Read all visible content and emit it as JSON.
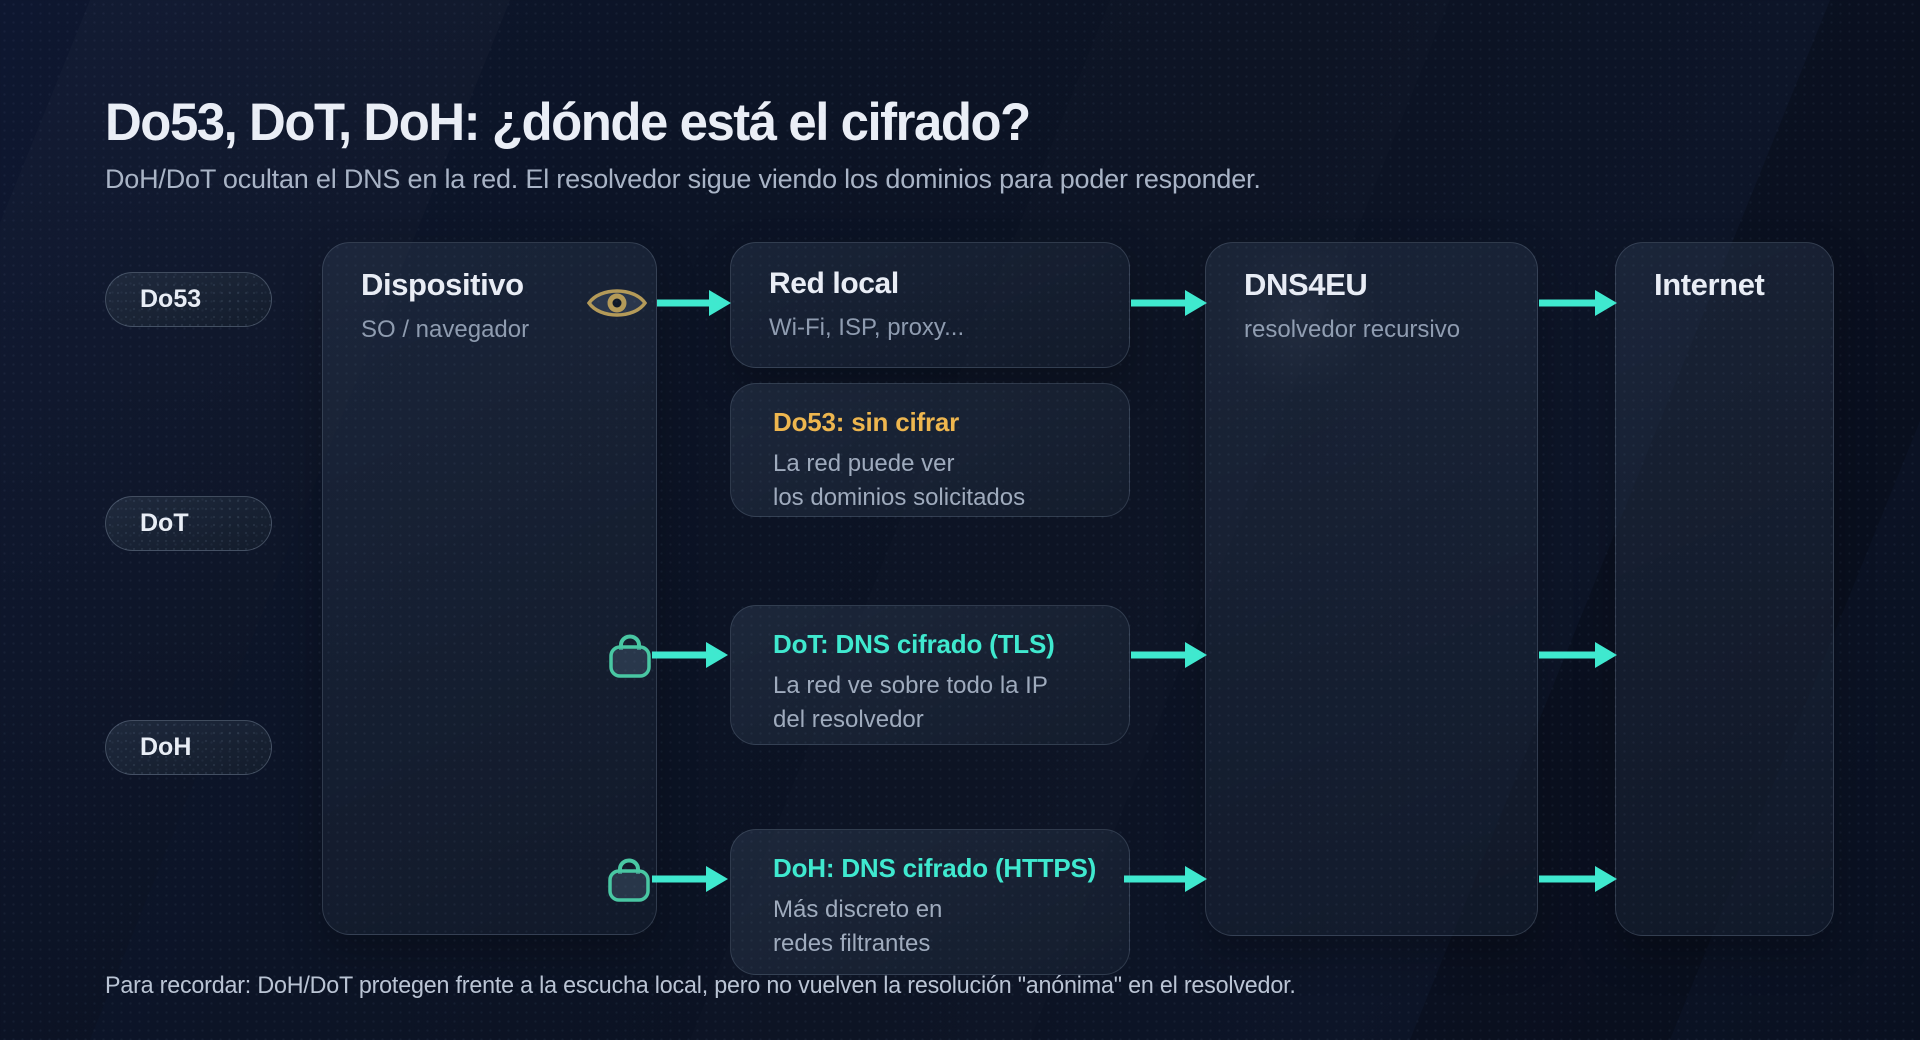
{
  "page": {
    "title": "Do53, DoT, DoH: ¿dónde está el cifrado?",
    "subtitle": "DoH/DoT ocultan el DNS en la red. El resolvedor sigue viendo los dominios para poder responder.",
    "footer": "Para recordar: DoH/DoT protegen frente a la escucha local, pero no vuelven la resolución \"anónima\" en el resolvedor."
  },
  "pills": [
    {
      "label": "Do53"
    },
    {
      "label": "DoT"
    },
    {
      "label": "DoH"
    }
  ],
  "nodes": {
    "device": {
      "title": "Dispositivo",
      "subtitle": "SO / navegador"
    },
    "local_network": {
      "title": "Red local",
      "subtitle": "Wi-Fi, ISP, proxy..."
    },
    "resolver": {
      "title": "DNS4EU",
      "subtitle": "resolvedor recursivo"
    },
    "internet": {
      "title": "Internet"
    }
  },
  "notes": {
    "do53": {
      "title": "Do53: sin cifrar",
      "line1": "La red puede ver",
      "line2": "los dominios solicitados"
    },
    "dot": {
      "title": "DoT: DNS cifrado (TLS)",
      "line1": "La red ve sobre todo la IP",
      "line2": "del resolvedor"
    },
    "doh": {
      "title": "DoH: DNS cifrado (HTTPS)",
      "line1": "Más discreto en",
      "line2": "redes filtrantes"
    }
  },
  "icons": {
    "eye": "eye-icon (clear-text DNS visible to network)",
    "lock": "lock-icon (encrypted DNS)"
  },
  "colors": {
    "accent_teal": "#3fe9cf",
    "accent_amber": "#eeb64e",
    "lock_teal": "#49c7a3",
    "eye_gold": "#b49a58"
  }
}
